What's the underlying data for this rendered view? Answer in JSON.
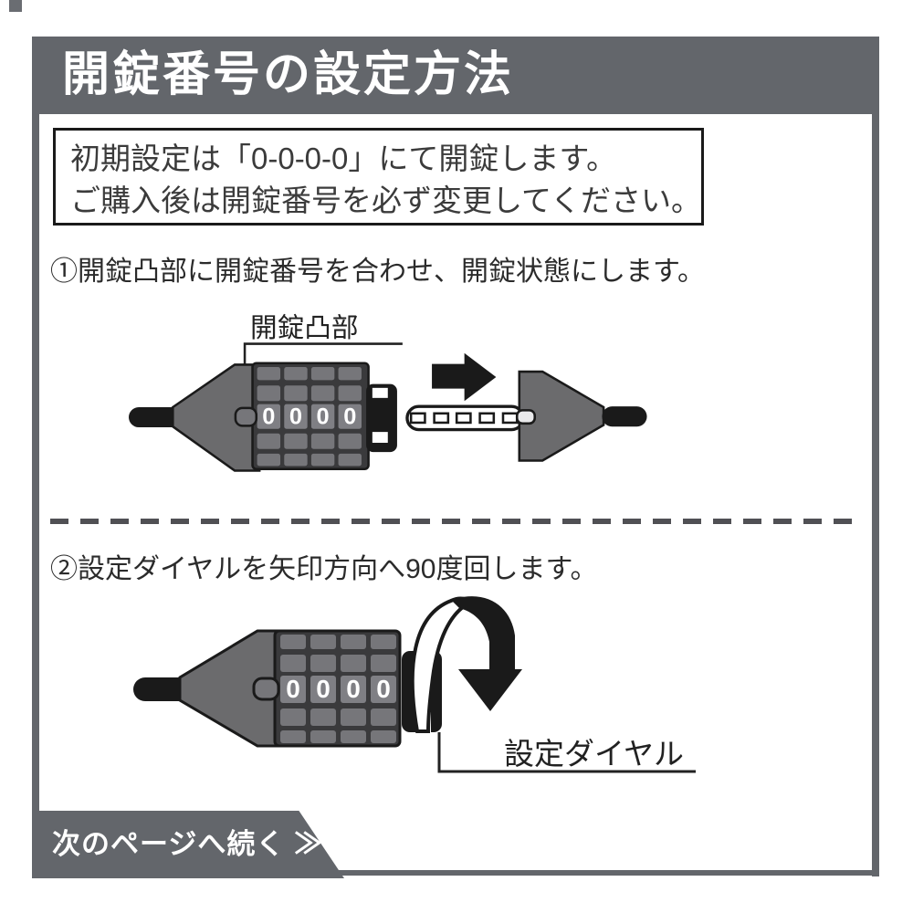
{
  "title": "開錠番号の設定方法",
  "notice": {
    "line1": "初期設定は「0-0-0-0」にて開錠します。",
    "line2": "ご購入後は開錠番号を必ず変更してください。"
  },
  "steps": [
    {
      "text": "①開錠凸部に開錠番号を合わせ、開錠状態にします。"
    },
    {
      "text": "②設定ダイヤルを矢印方向へ90度回します。"
    }
  ],
  "diagram1": {
    "label": "開錠凸部",
    "digits": [
      "0",
      "0",
      "0",
      "0"
    ]
  },
  "diagram2": {
    "label": "設定ダイヤル",
    "digits": [
      "0",
      "0",
      "0",
      "0"
    ]
  },
  "footer": {
    "text": "次のページへ続く ≫"
  },
  "colors": {
    "frame_gray": "#63666b",
    "body_gray": "#6b6b6d",
    "dial_dark": "#3a3a3c",
    "dial_square": "#76767a",
    "dial_square_center": "#7f7f84",
    "line_black": "#1a1a1a",
    "text_dark": "#2b2b2b"
  }
}
